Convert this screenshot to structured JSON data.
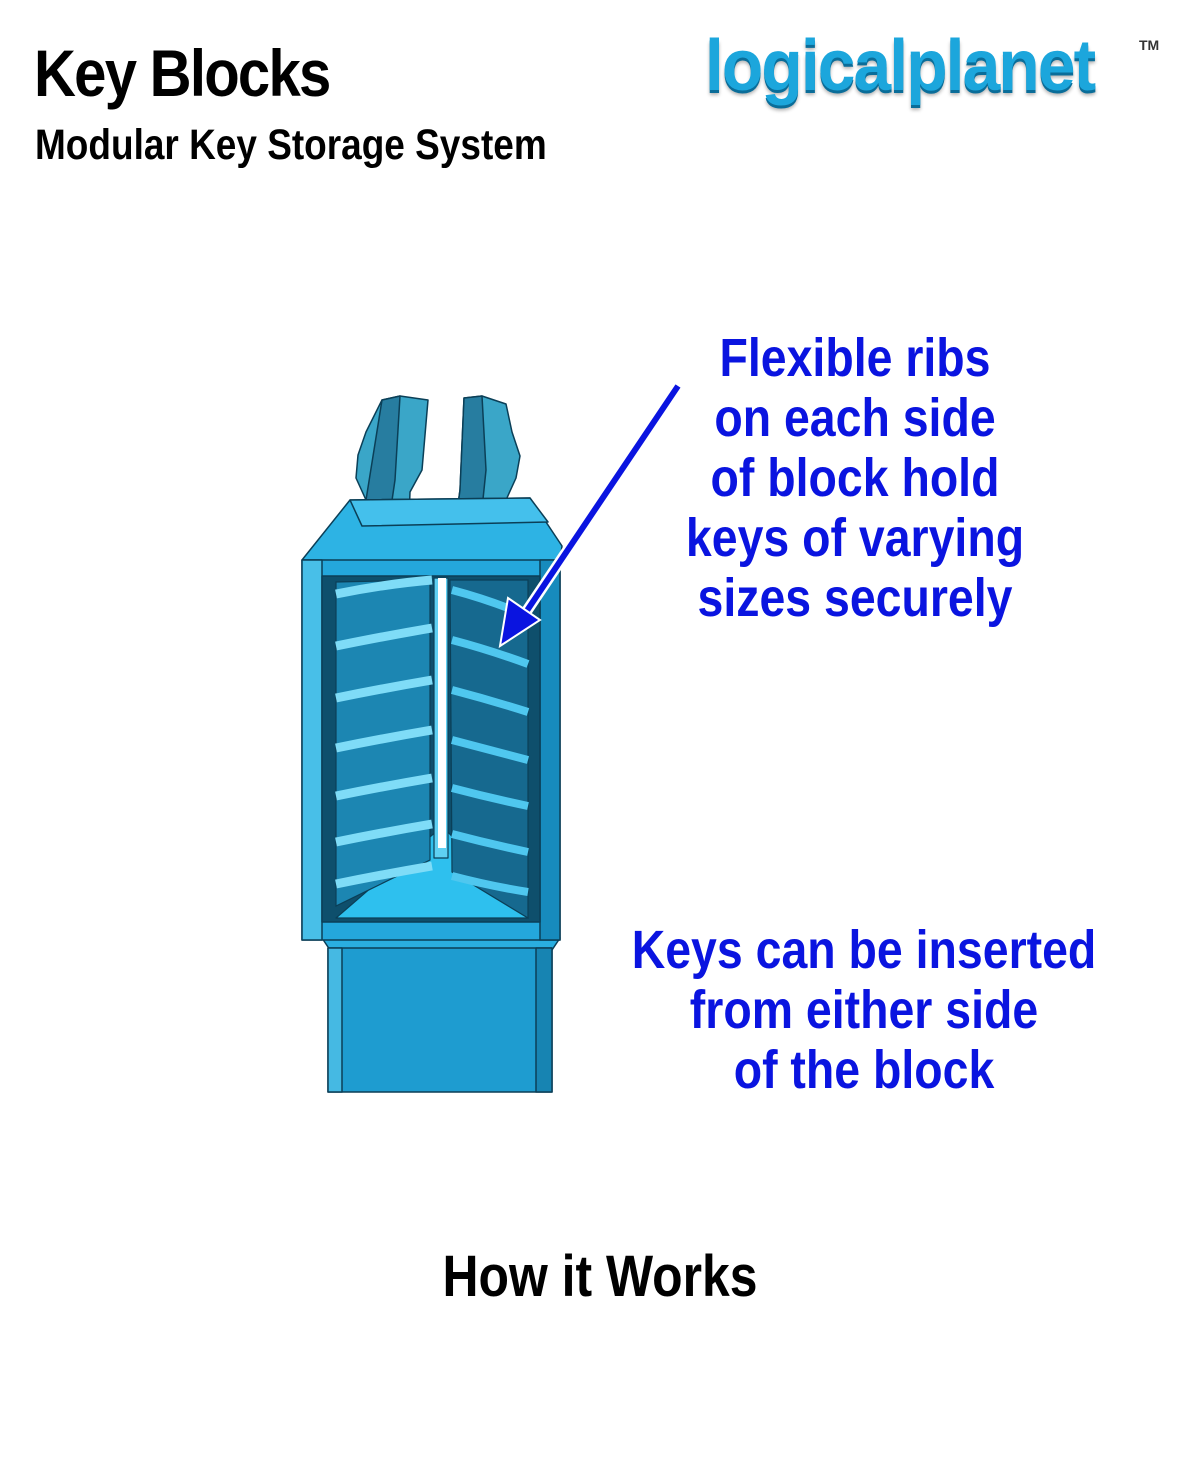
{
  "header": {
    "title": "Key Blocks",
    "subtitle": "Modular Key Storage System"
  },
  "logo": {
    "text": "logicalplanet",
    "trademark": "TM"
  },
  "callouts": {
    "ribs": [
      "Flexible ribs",
      "on each side",
      "of block hold",
      "keys of varying",
      "sizes securely"
    ],
    "insert": [
      "Keys can be inserted",
      "from either side",
      "of the block"
    ]
  },
  "footer": {
    "caption": "How it Works"
  },
  "colors": {
    "callout_text": "#0a14e0",
    "block_blue": "#1ea3d6",
    "logo_blue": "#1ca6dc"
  }
}
